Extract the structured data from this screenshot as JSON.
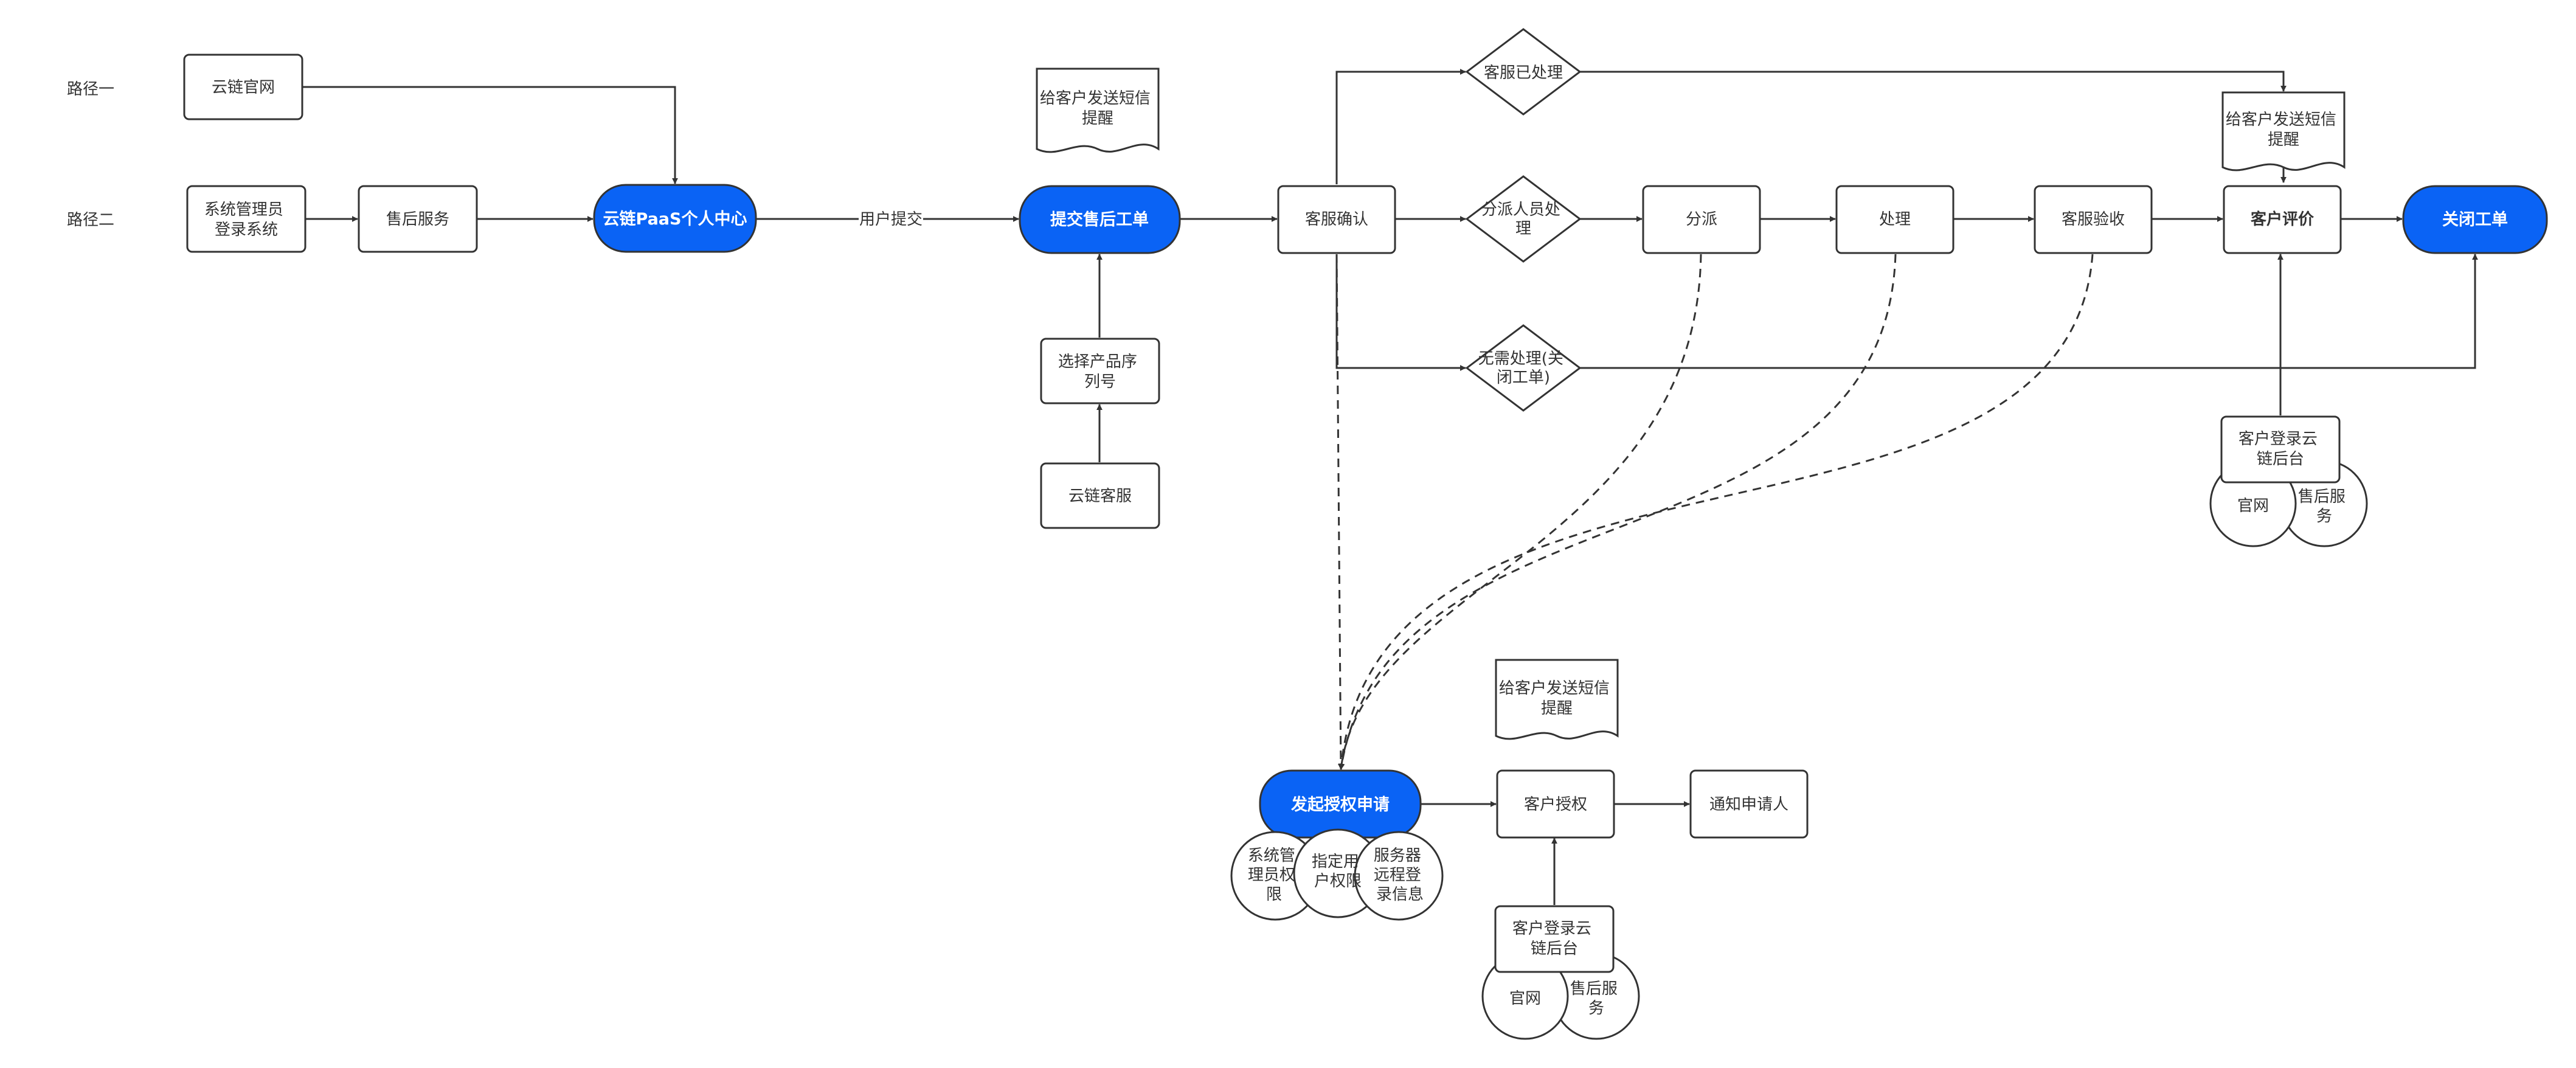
{
  "rows": {
    "path1": "路径一",
    "path2": "路径二"
  },
  "nodes": {
    "yunlian_site": "云链官网",
    "sysadmin_login": [
      "系统管理员",
      "登录系统"
    ],
    "after_sales": "售后服务",
    "paas_center": "云链PaaS个人中心",
    "user_submit": "用户提交",
    "submit_ticket": "提交售后工单",
    "select_serial": [
      "选择产品序",
      "列号"
    ],
    "yunlian_cs": "云链客服",
    "sms1": [
      "给客户发送短信",
      "提醒"
    ],
    "cs_confirm": "客服确认",
    "cs_processed": "客服已处理",
    "assign_staff": [
      "分派人员处",
      "理"
    ],
    "no_need": [
      "无需处理(关",
      "闭工单)"
    ],
    "dispatch": "分派",
    "handle": "处理",
    "cs_accept": "客服验收",
    "sms2": [
      "给客户发送短信",
      "提醒"
    ],
    "customer_review": "客户评价",
    "close_ticket": "关闭工单",
    "login_backend_1": [
      "客户登录云",
      "链后台"
    ],
    "official_1": "官网",
    "after_sales_1": [
      "售后服",
      "务"
    ],
    "start_auth": "发起授权申请",
    "sysadmin_perm": [
      "系统管",
      "理员权",
      "限"
    ],
    "assign_user_perm": [
      "指定用",
      "户权限"
    ],
    "server_remote": [
      "服务器",
      "远程登",
      "录信息"
    ],
    "sms3": [
      "给客户发送短信",
      "提醒"
    ],
    "customer_auth": "客户授权",
    "notify_applicant": "通知申请人",
    "login_backend_2": [
      "客户登录云",
      "链后台"
    ],
    "official_2": "官网",
    "after_sales_2": [
      "售后服",
      "务"
    ]
  },
  "colors": {
    "accent": "#0a63f5",
    "stroke": "#333333"
  }
}
